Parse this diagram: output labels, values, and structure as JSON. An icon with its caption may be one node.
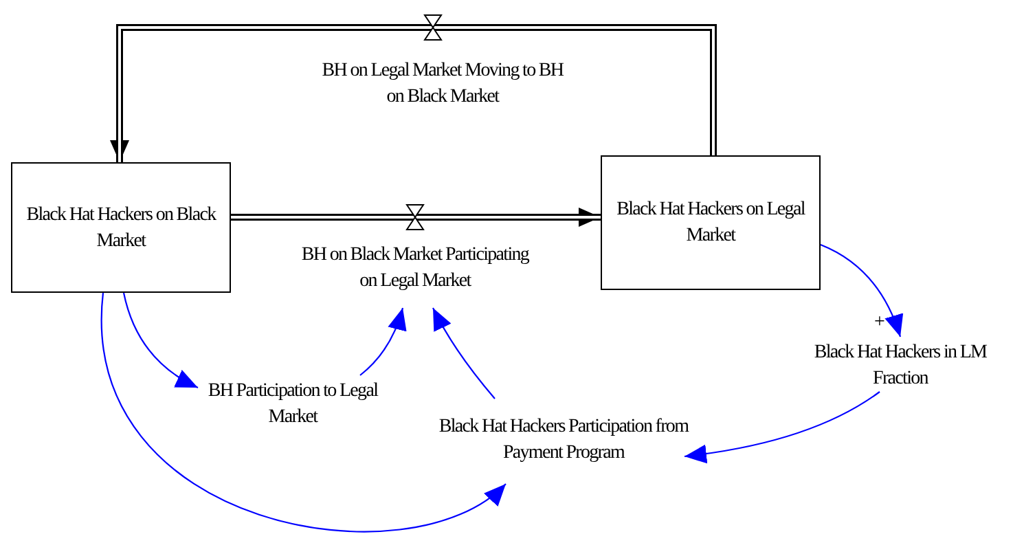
{
  "diagram": {
    "nodes": [
      {
        "text": [
          "Black Hat Hackers on Black Market"
        ]
      },
      {
        "text": [
          "Black Hat Hackers on Legal Market"
        ]
      },
      {
        "text": [
          "BH on Legal Market Moving to BH on Black Market"
        ]
      },
      {
        "text": [
          "BH on Black Market Participating on Legal Market"
        ]
      },
      {
        "text": [
          "BH Participation to Legal Market"
        ]
      },
      {
        "text": [
          "Black Hat Hackers Participation from Payment Program"
        ]
      },
      {
        "text": [
          "Black Hat Hackers in LM Fraction"
        ]
      }
    ],
    "edges": [
      {
        "from": 1,
        "to": 0,
        "arrow": "to",
        "style": "thick",
        "color": "#000000"
      },
      {
        "from": 0,
        "to": 1,
        "arrow": "to",
        "style": "thick",
        "color": "#000000"
      },
      {
        "from": 0,
        "to": 4,
        "arrow": "to"
      },
      {
        "from": 4,
        "to": 3,
        "arrow": "to"
      },
      {
        "from": 5,
        "to": 3,
        "arrow": "to"
      },
      {
        "from": 0,
        "to": 5,
        "arrow": "to"
      },
      {
        "from": 1,
        "to": 6,
        "arrow": "to",
        "label": "+"
      },
      {
        "from": 6,
        "to": 5,
        "arrow": "to"
      }
    ]
  }
}
